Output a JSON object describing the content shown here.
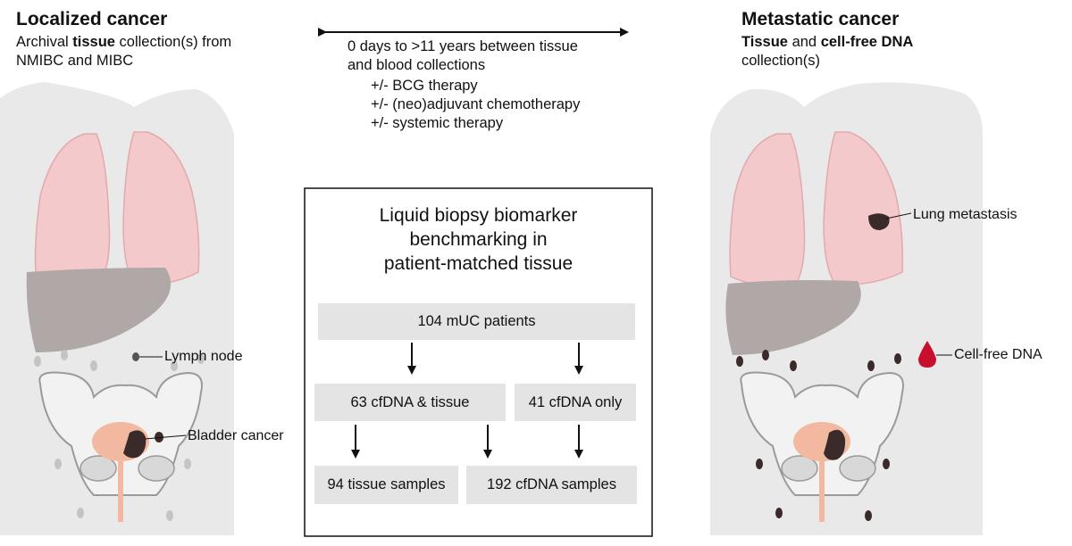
{
  "left": {
    "title": "Localized cancer",
    "desc_pre": "Archival ",
    "desc_bold": "tissue",
    "desc_post": " collection(s) from",
    "desc_line2": "NMIBC and MIBC",
    "label_lymph": "Lymph node",
    "label_bladder": "Bladder cancer"
  },
  "middle": {
    "timeline_line1": "0 days to >11 years between tissue",
    "timeline_line2": "and blood collections",
    "therapies": [
      "+/- BCG therapy",
      "+/- (neo)adjuvant chemotherapy",
      "+/- systemic therapy"
    ],
    "box_title": [
      "Liquid biopsy biomarker",
      "benchmarking in",
      "patient-matched tissue"
    ],
    "flow": {
      "patients": "104 mUC patients",
      "cfdna_tissue": "63 cfDNA & tissue",
      "cfdna_only": "41 cfDNA only",
      "tissue_samples": "94 tissue samples",
      "cfdna_samples": "192 cfDNA samples"
    }
  },
  "right": {
    "title": "Metastatic cancer",
    "desc_bold1": "Tissue",
    "desc_mid": " and ",
    "desc_bold2": "cell-free DNA",
    "desc_line2": "collection(s)",
    "label_lung": "Lung metastasis",
    "label_cfdna": "Cell-free DNA"
  }
}
